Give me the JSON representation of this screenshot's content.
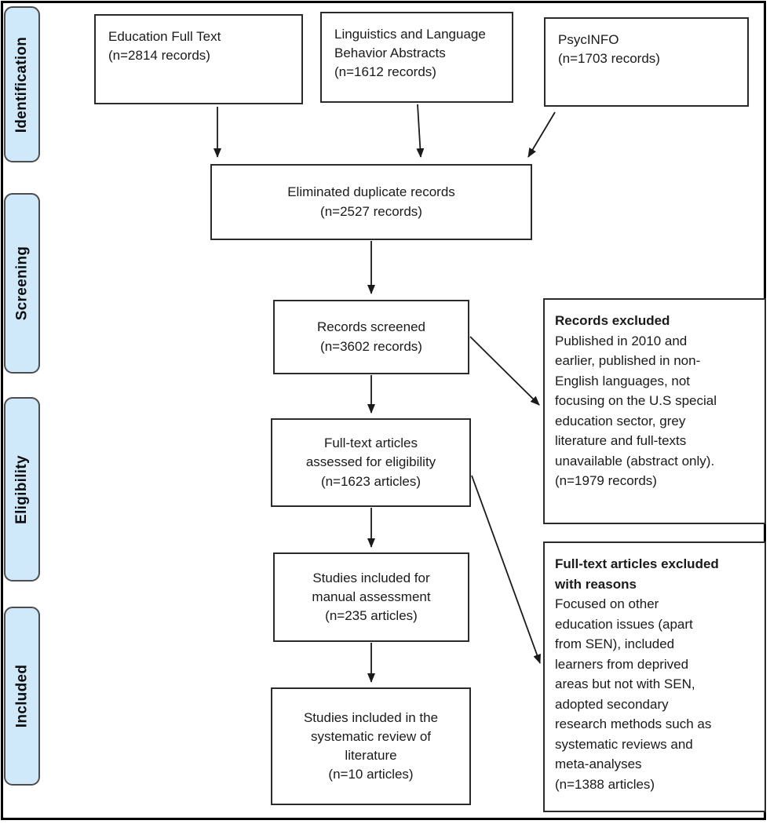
{
  "colors": {
    "stage_fill": "#cfe9fa",
    "stage_border": "#4d4d4d",
    "box_border": "#2b2b2b",
    "arrow": "#1a1a1a",
    "frame": "#000000",
    "background": "#ffffff"
  },
  "stages": [
    {
      "label": "Identification"
    },
    {
      "label": "Screening"
    },
    {
      "label": "Eligibility"
    },
    {
      "label": "Included"
    }
  ],
  "boxes": {
    "education": {
      "text": "Education Full Text\n(n=2814 records)"
    },
    "llba": {
      "text": "Linguistics and Language\nBehavior Abstracts\n(n=1612 records)"
    },
    "psycinfo": {
      "text": "PsycINFO\n(n=1703 records)"
    },
    "duplicates": {
      "text": "Eliminated duplicate records\n(n=2527 records)"
    },
    "screened": {
      "text": "Records screened\n(n=3602 records)"
    },
    "records_excluded": {
      "title": "Records excluded",
      "body": "Published in 2010 and\nearlier, published in non-\nEnglish languages, not\nfocusing on the U.S special\neducation sector, grey\nliterature and full-texts\nunavailable (abstract only).\n(n=1979 records)"
    },
    "assessed": {
      "text": "Full-text articles\nassessed for eligibility\n(n=1623 articles)"
    },
    "manual": {
      "text": "Studies included for\nmanual assessment\n(n=235 articles)"
    },
    "fulltext_excluded": {
      "title": "Full-text articles excluded\nwith reasons",
      "body": "Focused on other\neducation issues (apart\nfrom SEN), included\nlearners from deprived\nareas but not with SEN,\nadopted secondary\nresearch methods such as\nsystematic reviews and\nmeta-analyses\n(n=1388 articles)"
    },
    "included_review": {
      "text": "Studies included in the\nsystematic review of\nliterature\n(n=10 articles)"
    }
  }
}
